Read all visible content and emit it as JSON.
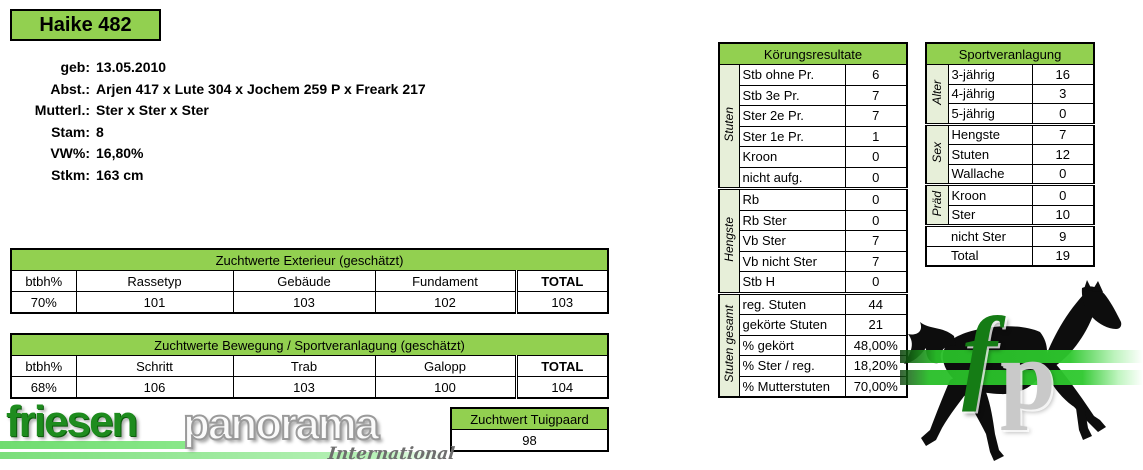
{
  "window": {
    "title": "Haike 482"
  },
  "info": {
    "rows": [
      {
        "label": "geb:",
        "value": "13.05.2010"
      },
      {
        "label": "Abst.:",
        "value": "Arjen 417 x Lute 304 x Jochem 259 P x Freark 217"
      },
      {
        "label": "Mutterl.:",
        "value": "Ster x Ster x Ster"
      },
      {
        "label": "Stam:",
        "value": "8"
      },
      {
        "label": "VW%:",
        "value": "16,80%"
      },
      {
        "label": "Stkm:",
        "value": "163 cm"
      }
    ]
  },
  "exterieur": {
    "title": "Zuchtwerte Exterieur (geschätzt)",
    "headers": [
      "btbh%",
      "Rassetyp",
      "Gebäude",
      "Fundament",
      "TOTAL"
    ],
    "values": [
      "70%",
      "101",
      "103",
      "102",
      "103"
    ]
  },
  "bewegung": {
    "title": "Zuchtwerte Bewegung / Sportveranlagung (geschätzt)",
    "headers": [
      "btbh%",
      "Schritt",
      "Trab",
      "Galopp",
      "TOTAL"
    ],
    "values": [
      "68%",
      "106",
      "103",
      "100",
      "104"
    ]
  },
  "tuigpaard": {
    "title": "Zuchtwert Tuigpaard",
    "value": "98"
  },
  "koerung": {
    "title": "Körungsresultate",
    "groups": [
      {
        "label": "Stuten",
        "rows": [
          {
            "name": "Stb ohne Pr.",
            "value": "6"
          },
          {
            "name": "Stb 3e Pr.",
            "value": "7"
          },
          {
            "name": "Ster 2e Pr.",
            "value": "7"
          },
          {
            "name": "Ster 1e Pr.",
            "value": "1"
          },
          {
            "name": "Kroon",
            "value": "0"
          },
          {
            "name": "nicht aufg.",
            "value": "0"
          }
        ]
      },
      {
        "label": "Hengste",
        "rows": [
          {
            "name": "Rb",
            "value": "0"
          },
          {
            "name": "Rb Ster",
            "value": "0"
          },
          {
            "name": "Vb Ster",
            "value": "7"
          },
          {
            "name": "Vb nicht Ster",
            "value": "7"
          },
          {
            "name": "Stb H",
            "value": "0"
          }
        ]
      },
      {
        "label": "Stuten gesamt",
        "rows": [
          {
            "name": "reg. Stuten",
            "value": "44"
          },
          {
            "name": "gekörte Stuten",
            "value": "21"
          },
          {
            "name": "% gekört",
            "value": "48,00%"
          },
          {
            "name": "% Ster / reg.",
            "value": "18,20%"
          },
          {
            "name": "% Mutterstuten",
            "value": "70,00%"
          }
        ]
      }
    ]
  },
  "sport": {
    "title": "Sportveranlagung",
    "groups": [
      {
        "label": "Alter",
        "rows": [
          {
            "name": "3-jährig",
            "value": "16"
          },
          {
            "name": "4-jährig",
            "value": "3"
          },
          {
            "name": "5-jährig",
            "value": "0"
          }
        ]
      },
      {
        "label": "Sex",
        "rows": [
          {
            "name": "Hengste",
            "value": "7"
          },
          {
            "name": "Stuten",
            "value": "12"
          },
          {
            "name": "Wallache",
            "value": "0"
          }
        ]
      },
      {
        "label": "Präd",
        "rows": [
          {
            "name": "Kroon",
            "value": "0"
          },
          {
            "name": "Ster",
            "value": "10"
          }
        ]
      }
    ],
    "footer_rows": [
      {
        "name": "nicht Ster",
        "value": "9"
      },
      {
        "name": "Total",
        "value": "19"
      }
    ]
  },
  "logo": {
    "friesen": "friesen",
    "panorama": "panorama",
    "international": "International",
    "f": "f",
    "p": "p"
  },
  "colors": {
    "header_green": "#92D050",
    "group_label_green": "#E7EFD9",
    "bar_green": "#2DC82D",
    "logo_green": "#1E8C1E",
    "logo_gray": "#C9C9C9"
  }
}
